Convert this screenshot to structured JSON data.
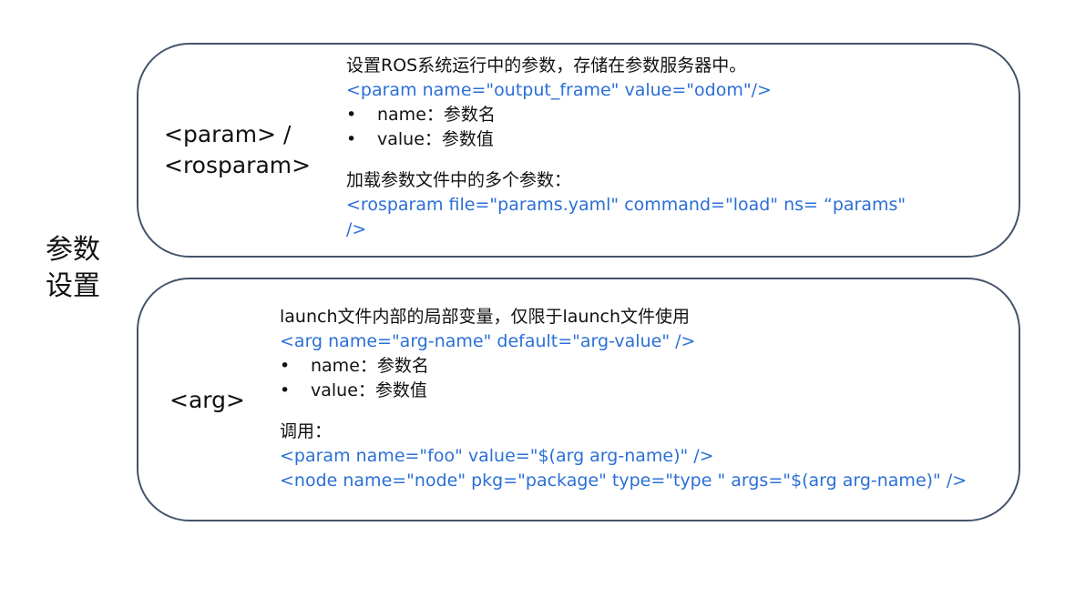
{
  "side_title": [
    "参数",
    "设置"
  ],
  "param_section": {
    "tag": [
      "<param> /",
      "<rosparam>"
    ],
    "desc": "设置ROS系统运行中的参数，存储在参数服务器中。",
    "example": "<param name=\"output_frame\" value=\"odom\"/>",
    "bullets": [
      "name：参数名",
      "value：参数值"
    ],
    "load_desc": "加载参数文件中的多个参数：",
    "load_example_line1": "<rosparam file=\"params.yaml\" command=\"load\" ns= “params\"",
    "load_example_line2": "/>"
  },
  "arg_section": {
    "tag": "<arg>",
    "desc": "launch文件内部的局部变量，仅限于launch文件使用",
    "example": "<arg name=\"arg-name\"  default=\"arg-value\" />",
    "bullets": [
      "name：参数名",
      "value：参数值"
    ],
    "call_label": "调用：",
    "call_example_1": "<param name=\"foo\" value=\"$(arg arg-name)\" />",
    "call_example_2": "<node name=\"node\" pkg=\"package\" type=\"type \" args=\"$(arg arg-name)\" />"
  },
  "bullet_glyph": "•",
  "colors": {
    "code": "#2b6fd6",
    "border": "#44546a"
  }
}
